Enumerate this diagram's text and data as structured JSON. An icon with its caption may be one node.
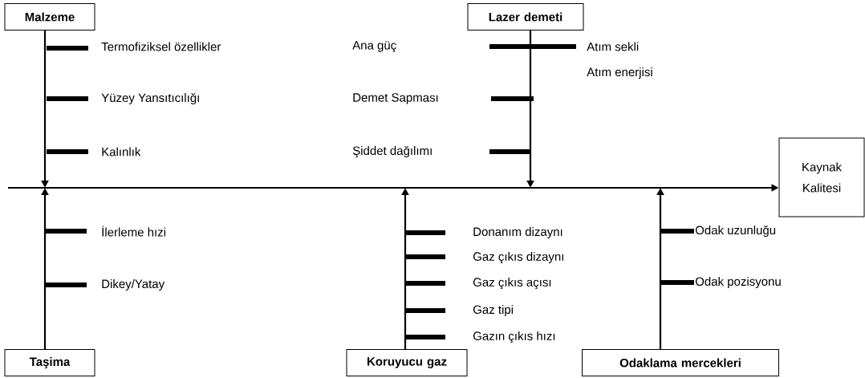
{
  "diagram": {
    "nodes": [
      {
        "text": [
          "Malzeme"
        ]
      },
      {
        "text": [
          "Lazer demeti"
        ]
      },
      {
        "text": [
          "Kaynak Kalitesi"
        ]
      },
      {
        "text": [
          "Taşima"
        ]
      },
      {
        "text": [
          "Koruyucu gaz"
        ]
      },
      {
        "text": [
          "Odaklama mercekleri"
        ]
      }
    ],
    "edges": [
      {
        "from": 0,
        "to": null,
        "arrow": "to"
      },
      {
        "from": 1,
        "to": null,
        "arrow": "to"
      },
      {
        "from": 3,
        "to": null,
        "arrow": "to"
      },
      {
        "from": 4,
        "to": null,
        "arrow": "to"
      },
      {
        "from": 5,
        "to": null,
        "arrow": "to"
      },
      {
        "from": null,
        "to": 2,
        "arrow": "to"
      }
    ],
    "labels": [
      "Termofiziksel özellikler",
      "Ana güç",
      "Atım sekli",
      "Atım enerjisi",
      "Yüzey Yansıtıcılığı",
      "Demet Sapması",
      "Kalınlık",
      "Şiddet dağılımı",
      "İlerleme hızi",
      "Donanım dizaynı",
      "Odak uzunluğu",
      "Gaz çıkıs dizaynı",
      "Dikey/Yatay",
      "Gaz çıkıs açısı",
      "Odak pozisyonu",
      "Gaz tipi",
      "Gazın çıkıs hızı"
    ]
  }
}
